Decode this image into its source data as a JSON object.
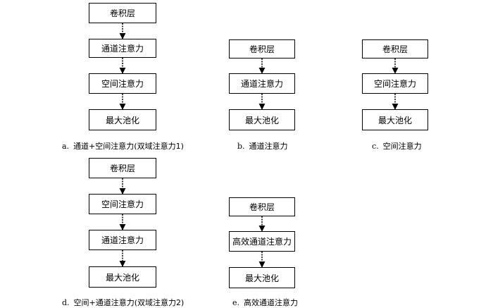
{
  "diagram_a": {
    "boxes": [
      "卷积层",
      "通道注意力",
      "空间注意力",
      "最大池化"
    ],
    "caption_letter": "a.",
    "caption": "通道+空间注意力(双域注意力1)"
  },
  "diagram_b": {
    "boxes": [
      "卷积层",
      "通道注意力",
      "最大池化"
    ],
    "caption_letter": "b.",
    "caption": "通道注意力"
  },
  "diagram_c": {
    "boxes": [
      "卷积层",
      "空间注意力",
      "最大池化"
    ],
    "caption_letter": "c.",
    "caption": "空间注意力"
  },
  "diagram_d": {
    "boxes": [
      "卷积层",
      "空间注意力",
      "通道注意力",
      "最大池化"
    ],
    "caption_letter": "d.",
    "caption": "空间+通道注意力(双域注意力2)"
  },
  "diagram_e": {
    "boxes": [
      "卷积层",
      "高效通道注意力",
      "最大池化"
    ],
    "caption_letter": "e.",
    "caption": "高效通道注意力"
  }
}
